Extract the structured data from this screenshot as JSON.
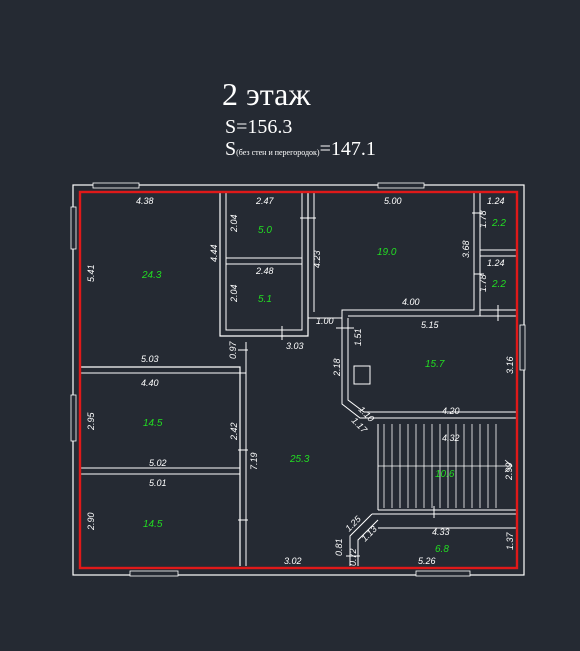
{
  "header": {
    "title": "2 этаж",
    "area_total": "S=156.3",
    "area_net_prefix": "S",
    "area_net_sub": "(без стен и перегородок)",
    "area_net_value": "=147.1"
  },
  "rooms": [
    {
      "id": "room-1",
      "area": "24.3"
    },
    {
      "id": "room-2",
      "area": "5.0"
    },
    {
      "id": "room-3",
      "area": "5.1"
    },
    {
      "id": "room-4",
      "area": "19.0"
    },
    {
      "id": "room-5",
      "area": "2.2"
    },
    {
      "id": "room-6",
      "area": "2.2"
    },
    {
      "id": "room-7",
      "area": "15.7"
    },
    {
      "id": "room-8",
      "area": "14.5"
    },
    {
      "id": "room-9",
      "area": "14.5"
    },
    {
      "id": "room-10",
      "area": "25.3"
    },
    {
      "id": "room-stairs",
      "area": "10.6"
    },
    {
      "id": "room-11",
      "area": "6.8"
    }
  ],
  "dimensions": [
    "4.38",
    "2.47",
    "5.00",
    "1.24",
    "2.04",
    "4.44",
    "4.23",
    "1.78",
    "3.68",
    "5.41",
    "2.48",
    "1.24",
    "2.04",
    "1.78",
    "4.00",
    "1.00",
    "5.15",
    "0.97",
    "3.03",
    "1.51",
    "5.03",
    "3.16",
    "4.40",
    "2.18",
    "1.10",
    "1.17",
    "4.20",
    "2.95",
    "2.42",
    "4.32",
    "7.19",
    "5.02",
    "2.99",
    "5.01",
    "2.90",
    "1.25",
    "0.81",
    "0.72",
    "1.13",
    "4.33",
    "1.37",
    "3.02",
    "5.26"
  ]
}
